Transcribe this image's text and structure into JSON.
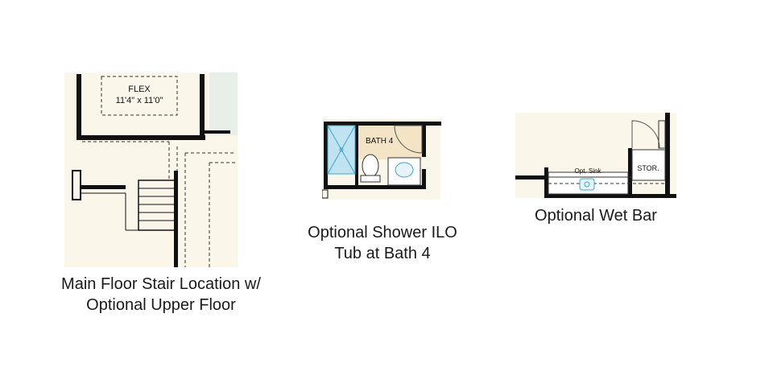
{
  "panel1": {
    "room_label": "FLEX",
    "room_dims": "11'4\" x 11'0\"",
    "caption_line1": "Main Floor Stair Location w/",
    "caption_line2": "Optional Upper Floor"
  },
  "panel2": {
    "room_label": "BATH 4",
    "caption_line1": "Optional Shower ILO",
    "caption_line2": "Tub at Bath 4"
  },
  "panel3": {
    "sink_label": "Opt. Sink",
    "storage_label": "STOR.",
    "caption": "Optional Wet Bar"
  },
  "colors": {
    "floor": "#fbf6ea",
    "wall": "#111111",
    "bath_floor": "#f3e4c6",
    "shower": "#bfe3f0",
    "fixture_blue": "#3fa7c9"
  }
}
